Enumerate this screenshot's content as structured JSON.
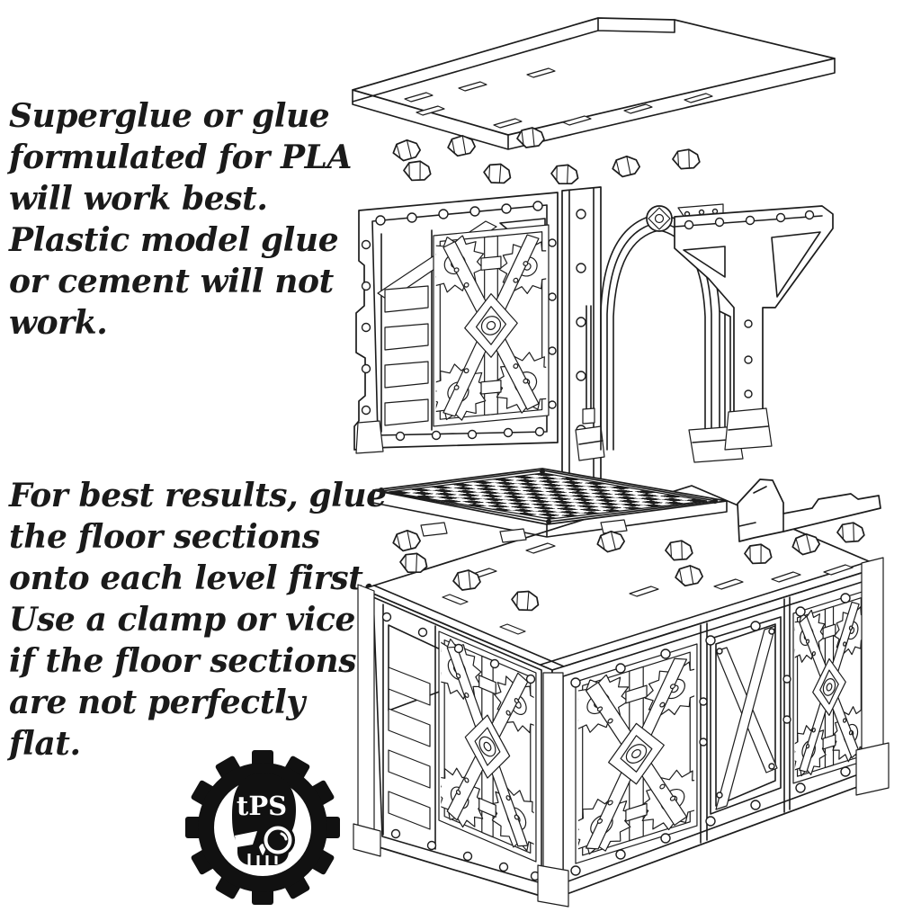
{
  "page": {
    "background": "#ffffff",
    "ink": "#1c1c1c"
  },
  "instructions": {
    "glue_note": "Superglue or glue\nformulated for PLA\nwill work best.\nPlastic model glue\nor cement will not\nwork.",
    "floor_note": "For best results, glue\nthe floor sections\nonto each level first.\nUse a clamp or vice\nif the floor sections\nare not perfectly\nflat."
  },
  "logo": {
    "text": "tPS"
  },
  "diagram": {
    "parts": [
      {
        "id": "roof-panel"
      },
      {
        "id": "top-connector-bolts",
        "count": 8
      },
      {
        "id": "upper-level-walls-with-arch"
      },
      {
        "id": "floor-grate"
      },
      {
        "id": "side-bracket"
      },
      {
        "id": "mid-connector-bolts",
        "count": 10
      },
      {
        "id": "lower-level-walls"
      }
    ]
  }
}
